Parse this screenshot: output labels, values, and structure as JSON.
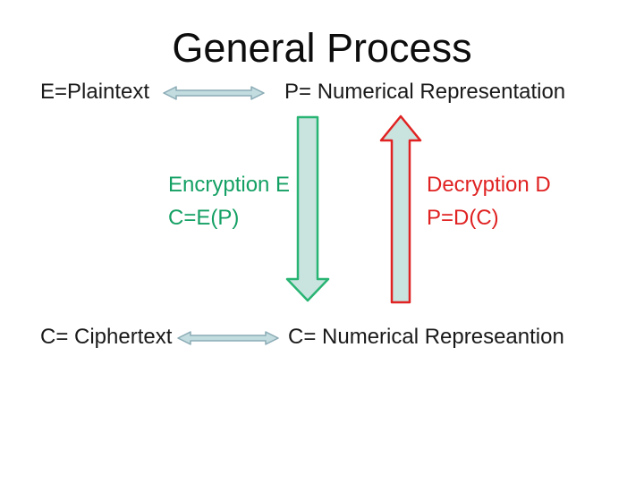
{
  "slide": {
    "title": "General Process",
    "top_row": {
      "left_label": "E=Plaintext",
      "right_label": "P= Numerical Representation"
    },
    "encryption": {
      "line1": "Encryption E",
      "line2": "C=E(P)"
    },
    "decryption": {
      "line1": "Decryption D",
      "line2": "P=D(C)"
    },
    "bottom_row": {
      "left_label": "C= Ciphertext",
      "right_label": "C= Numerical Represeantion"
    },
    "icons": {
      "top_double_arrow": "horizontal-double-headed-arrow",
      "bottom_double_arrow": "horizontal-double-headed-arrow",
      "down_arrow": "downward-block-arrow",
      "up_arrow": "upward-block-arrow"
    },
    "colors": {
      "background": "#ffffff",
      "title_text": "#0d0d0d",
      "body_text": "#1a1a1a",
      "encryption_green_text": "#14a064",
      "down_arrow_border_green": "#28b473",
      "decryption_red": "#e02222",
      "block_arrow_fill": "#c9e3df",
      "double_arrow_fill": "#c2dce0",
      "double_arrow_border": "#8babb5"
    }
  }
}
